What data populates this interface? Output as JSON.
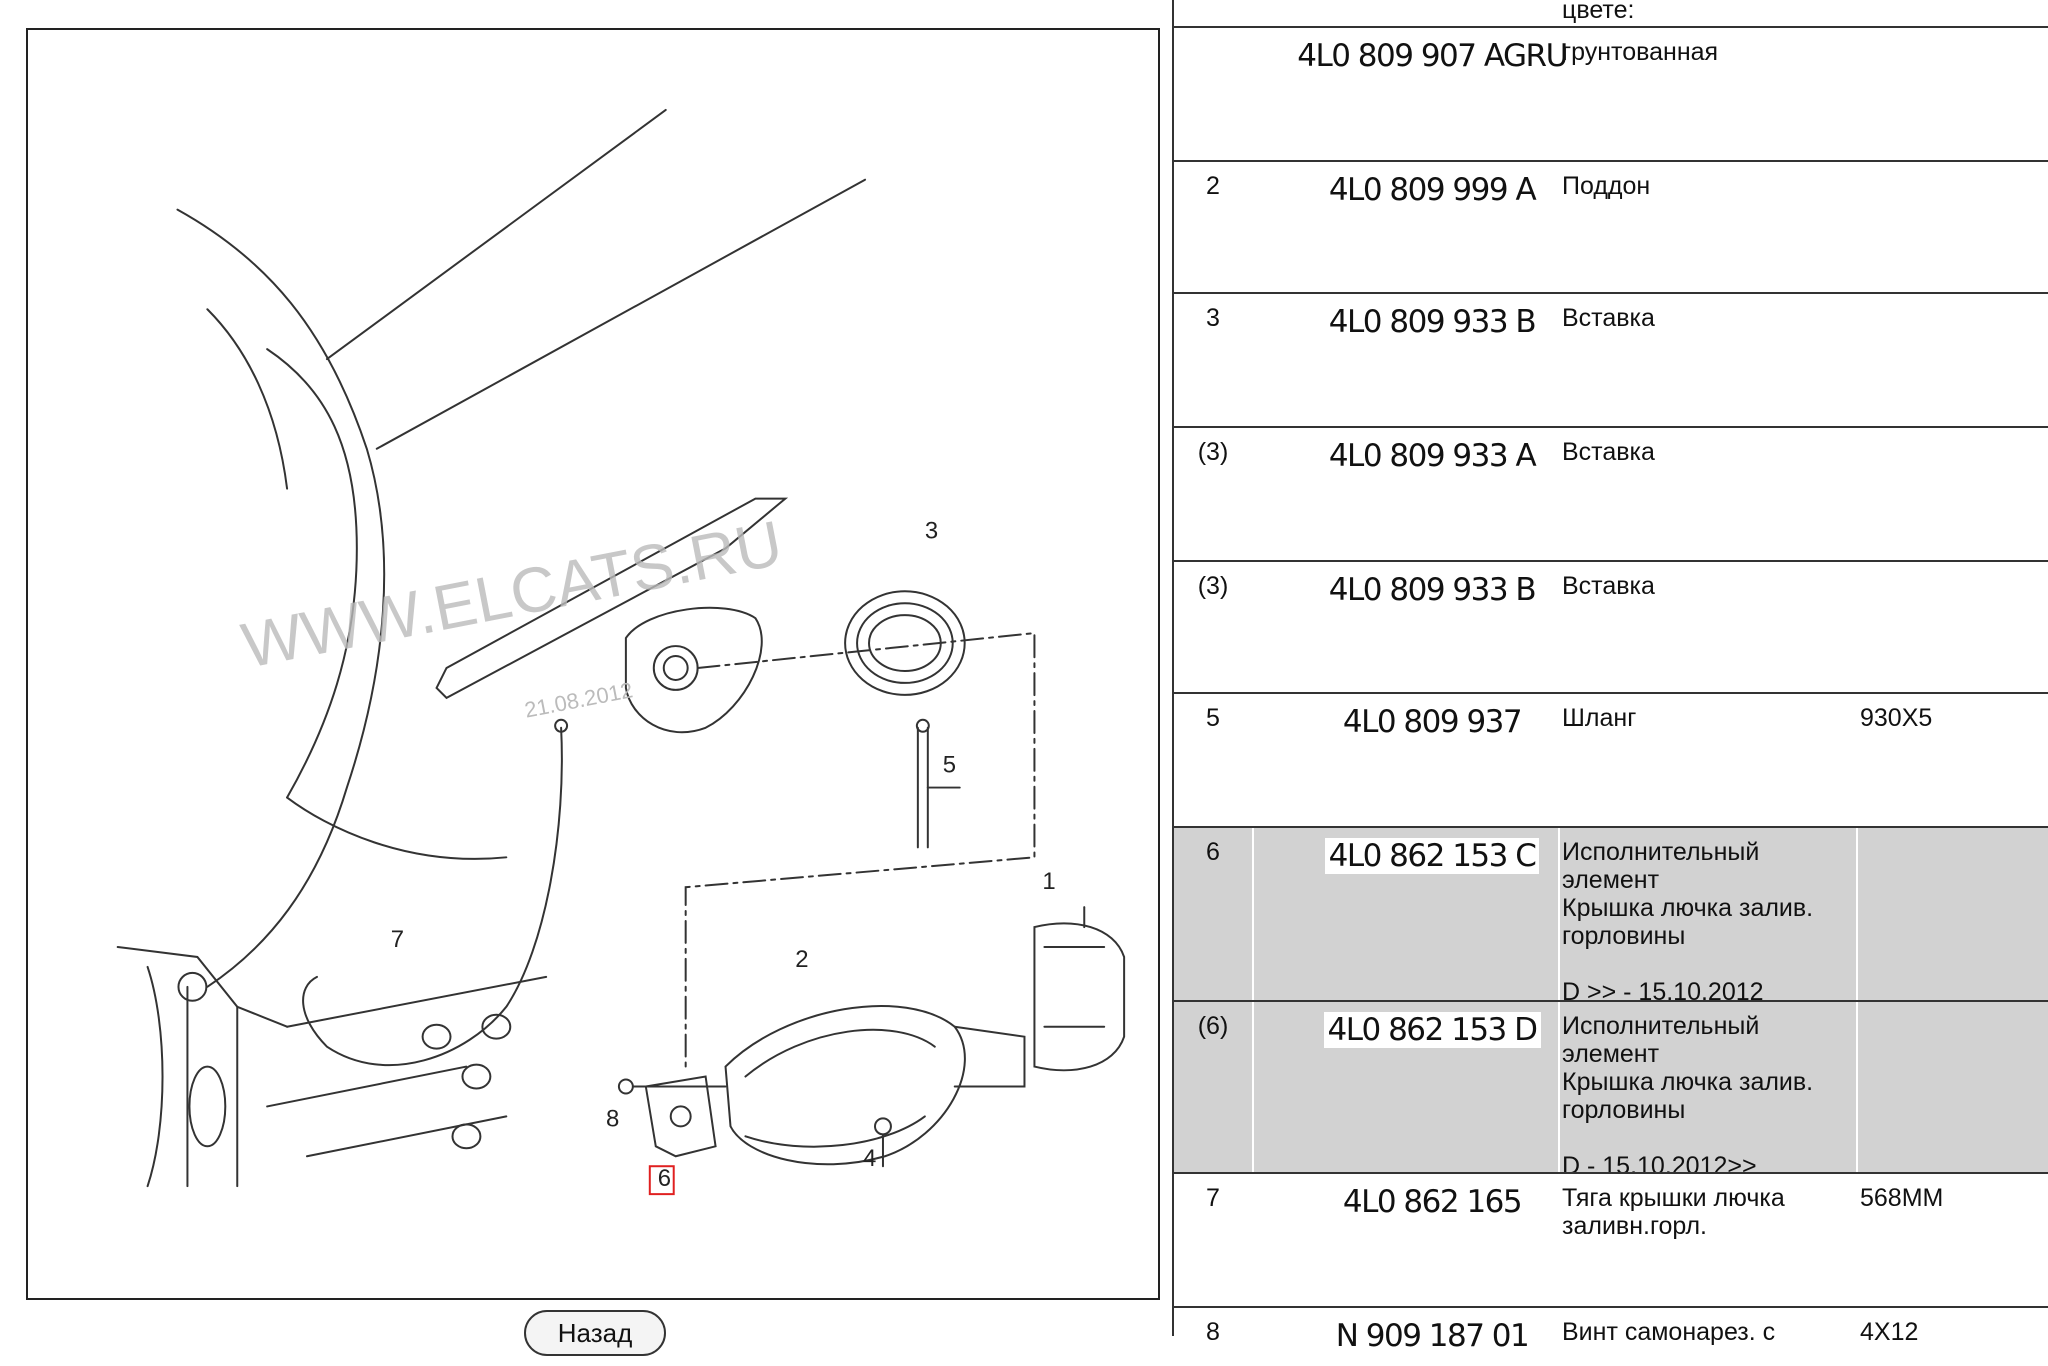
{
  "top_remnant": "цвете:",
  "back_button": "Назад",
  "diagram": {
    "watermark": "WWW.ELCATS.RU",
    "watermark_date": "21.08.2012",
    "callouts": [
      "1",
      "2",
      "3",
      "4",
      "5",
      "6",
      "7",
      "8"
    ],
    "selected_callout": "6"
  },
  "parts": [
    {
      "num": "",
      "part": "4L0 809 907 AGRU",
      "desc": "грунтованная",
      "note": "",
      "shaded": false
    },
    {
      "num": "2",
      "part": "4L0 809 999 A",
      "desc": "Поддон",
      "note": "",
      "shaded": false
    },
    {
      "num": "3",
      "part": "4L0 809 933 B",
      "desc": "Вставка",
      "note": "",
      "shaded": false
    },
    {
      "num": "(3)",
      "part": "4L0 809 933 A",
      "desc": "Вставка",
      "note": "",
      "shaded": false
    },
    {
      "num": "(3)",
      "part": "4L0 809 933 B",
      "desc": "Вставка",
      "note": "",
      "shaded": false
    },
    {
      "num": "5",
      "part": "4L0 809 937",
      "desc": "Шланг",
      "note": "930X5",
      "shaded": false
    },
    {
      "num": "6",
      "part": "4L0 862 153 C",
      "desc": "Исполнительный\nэлемент\nКрышка лючка залив.\nгорловины\n\nD >> - 15.10.2012",
      "note": "",
      "shaded": true
    },
    {
      "num": "(6)",
      "part": "4L0 862 153 D",
      "desc": "Исполнительный\nэлемент\nКрышка лючка залив.\nгорловины\n\nD - 15.10.2012>>",
      "note": "",
      "shaded": true
    },
    {
      "num": "7",
      "part": "4L0 862 165",
      "desc": "Тяга крышки лючка\nзаливн.горл.",
      "note": "568MM",
      "shaded": false
    },
    {
      "num": "8",
      "part": "N 909 187 01",
      "desc": "Винт самонарез. с",
      "note": "4X12",
      "shaded": false
    }
  ]
}
